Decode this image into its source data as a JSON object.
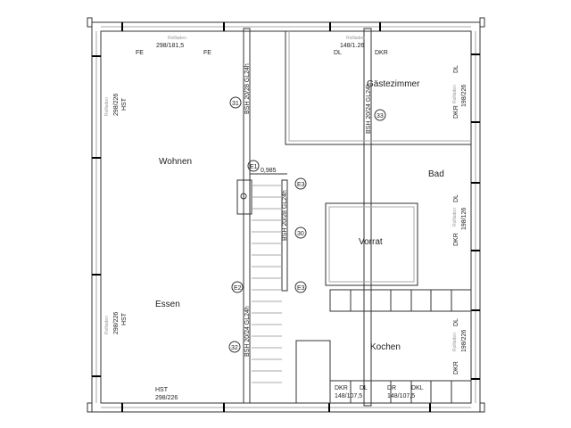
{
  "rooms": {
    "wohnen": "Wohnen",
    "essen": "Essen",
    "gaestezimmer": "Gästezimmer",
    "bad": "Bad",
    "vorrat": "Vorrat",
    "kochen": "Kochen"
  },
  "windows": {
    "top_left": {
      "label": "Rollladen",
      "size": "298/181,5",
      "fe1": "FE",
      "fe2": "FE"
    },
    "top_mid": {
      "label": "Rollladen",
      "size": "148/1.26",
      "dl": "DL",
      "dkr": "DKR"
    },
    "left_upper": {
      "label": "Rollladen",
      "size": "298/226",
      "type": "HST"
    },
    "left_lower": {
      "label": "Rollladen",
      "size": "298/226",
      "type": "HST"
    },
    "bottom_left": {
      "type": "HST",
      "size": "298/226"
    },
    "right_upper": {
      "label": "Rollladen",
      "size": "198/226",
      "dl": "DL",
      "dkr": "DKR"
    },
    "right_mid": {
      "label": "Rollladen",
      "size": "198/126",
      "dl": "DL",
      "dkr": "DKR"
    },
    "right_lower": {
      "label": "Rollladen",
      "size": "198/226",
      "dl": "DL",
      "dkr": "DKR"
    },
    "bottom_k1": {
      "dkr": "DKR",
      "dl": "DL",
      "size": "148/107,5"
    },
    "bottom_k2": {
      "dr": "DR",
      "dkl": "DKL",
      "size": "148/107,5"
    }
  },
  "beams": {
    "b31": "BSH 20/28 GL24h",
    "b33": "BSH 20/24 GL24h",
    "b30": "BSH 20/28 GL24h",
    "b32": "BSH 20/24 GL24h"
  },
  "markers": {
    "m31": "31",
    "m32": "32",
    "m33": "33",
    "m30": "30",
    "e1": "E1",
    "e2": "E2",
    "e3a": "E3",
    "e3b": "E3"
  },
  "dimension": "0,985"
}
